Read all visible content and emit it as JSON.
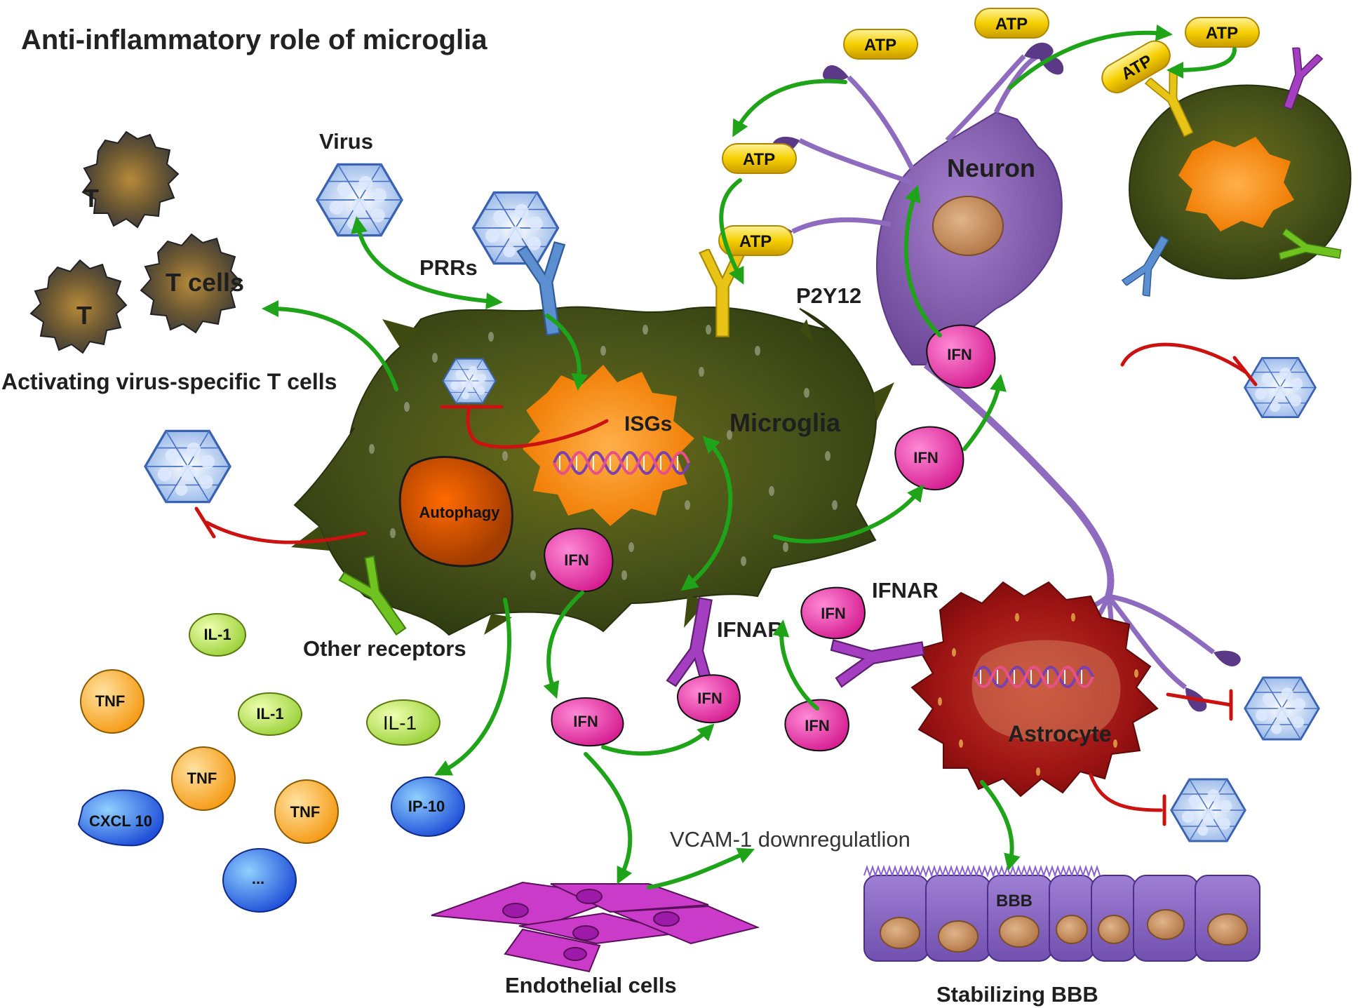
{
  "title": "Anti-inflammatory role of microglia",
  "labels": {
    "virus": "Virus",
    "prrs": "PRRs",
    "p2y12": "P2Y12",
    "microglia": "Microglia",
    "isgs": "ISGs",
    "autophagy": "Autophagy",
    "other_receptors": "Other receptors",
    "ifnar_microglia": "IFNAR",
    "ifnar_astrocyte": "IFNAR",
    "neuron": "Neuron",
    "astrocyte": "Astrocyte",
    "bbb": "BBB",
    "stabilizing_bbb": "Stabilizing   BBB",
    "endothelial_cells": "Endothelial cells",
    "vcam": "VCAM-1  downregulatlion",
    "activating_t": "Activating virus-specific T cells",
    "t_cells": "T cells",
    "t1": "T",
    "t2": "T"
  },
  "atp": [
    "ATP",
    "ATP",
    "ATP",
    "ATP",
    "ATP",
    "ATP"
  ],
  "ifn": [
    "IFN",
    "IFN",
    "IFN",
    "IFN",
    "IFN",
    "IFN",
    "IFN"
  ],
  "cytokines": {
    "il1_a": "IL-1",
    "il1_b": "IL-1",
    "il1_c": "IL-1",
    "tnf_a": "TNF",
    "tnf_b": "TNF",
    "tnf_c": "TNF",
    "cxcl10": "CXCL 10",
    "ip10": "IP-10",
    "more": "..."
  },
  "colors": {
    "arrow": "#1fa319",
    "inhibit": "#cc1111",
    "microglia": "#3e4a10",
    "astrocyte": "#9c1414",
    "neuron": "#7a55a8",
    "ifn": "#e83aa8",
    "atp": "#f2c600",
    "receptor_blue": "#5b8fd0",
    "receptor_yellow": "#e8c417",
    "receptor_green": "#6fc21f",
    "receptor_purple": "#a33fc0"
  }
}
